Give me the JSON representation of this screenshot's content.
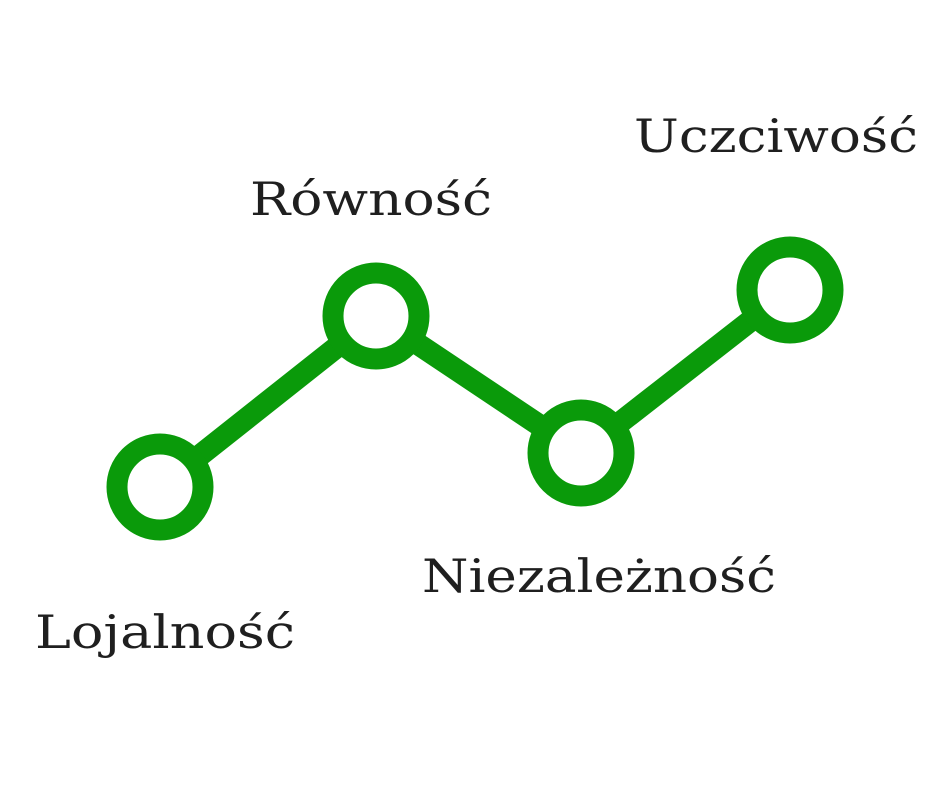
{
  "diagram": {
    "accent_color": "#0a9a0a",
    "text_color": "#1f1f1f",
    "nodes": [
      {
        "label": "Lojalność"
      },
      {
        "label": "Równość"
      },
      {
        "label": "Niezależność"
      },
      {
        "label": "Uczciwość"
      }
    ]
  }
}
